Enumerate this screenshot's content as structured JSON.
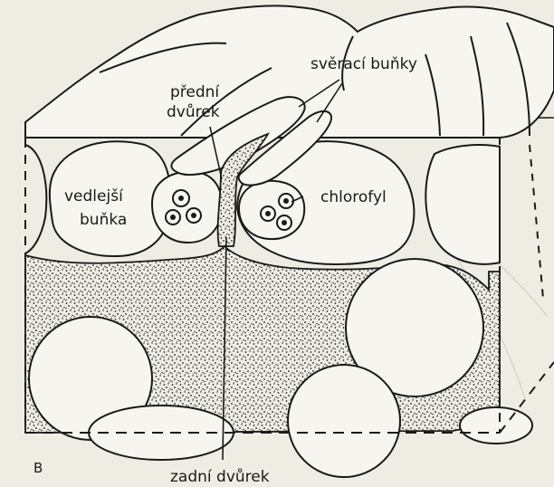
{
  "labels": {
    "guard_cells": "svěrací buňky",
    "front_court_1": "přední",
    "front_court_2": "dvůrek",
    "subsidiary_cell_1": "vedlejší",
    "subsidiary_cell_2": "buňka",
    "chlorophyll": "chlorofyl",
    "back_court": "zadní dvůrek",
    "panel_letter": "B"
  },
  "colors": {
    "paper": "#efece4",
    "ink": "#1a1a1a",
    "cell_fill": "#f7f5ef"
  }
}
